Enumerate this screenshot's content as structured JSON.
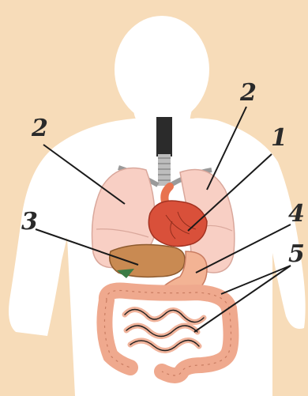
{
  "colors": {
    "background": "#f7dcb9",
    "body": "#ffffff",
    "lungs": "#f8cfc4",
    "heart": "#d9503a",
    "liver": "#c98a52",
    "stomach": "#f3b394",
    "intestine": "#efa98e",
    "trachea": "#2b2b2b",
    "leader_lines": "#1a1a1a"
  },
  "labels": {
    "lung_left": "2",
    "lung_right": "2",
    "heart": "1",
    "liver": "3",
    "stomach": "4",
    "intestines": "5"
  }
}
